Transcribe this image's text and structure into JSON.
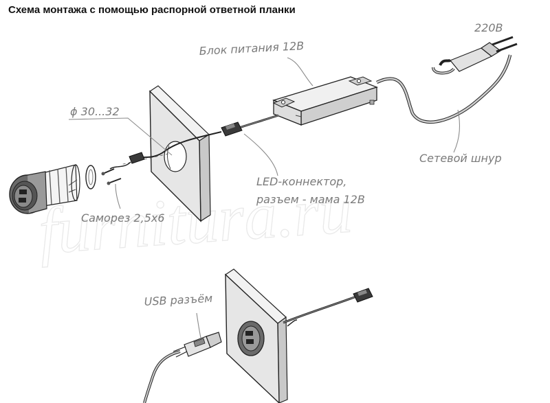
{
  "title": "Схема монтажа с помощью распорной ответной планки",
  "watermark": "furnitura.ru",
  "labels": {
    "voltage": "220В",
    "power_supply": "Блок питания 12В",
    "diameter": "ϕ 30...32",
    "power_cord": "Сетевой шнур",
    "led_connector_line1": "LED-коннектор,",
    "led_connector_line2": "разъем - мама 12В",
    "screw": "Саморез 2,5х6",
    "usb": "USB разъём"
  },
  "colors": {
    "label": "#7a7a7a",
    "panel_front": "#e6e6e6",
    "panel_side": "#c9c9c9",
    "psu": "#d8d8d8"
  }
}
